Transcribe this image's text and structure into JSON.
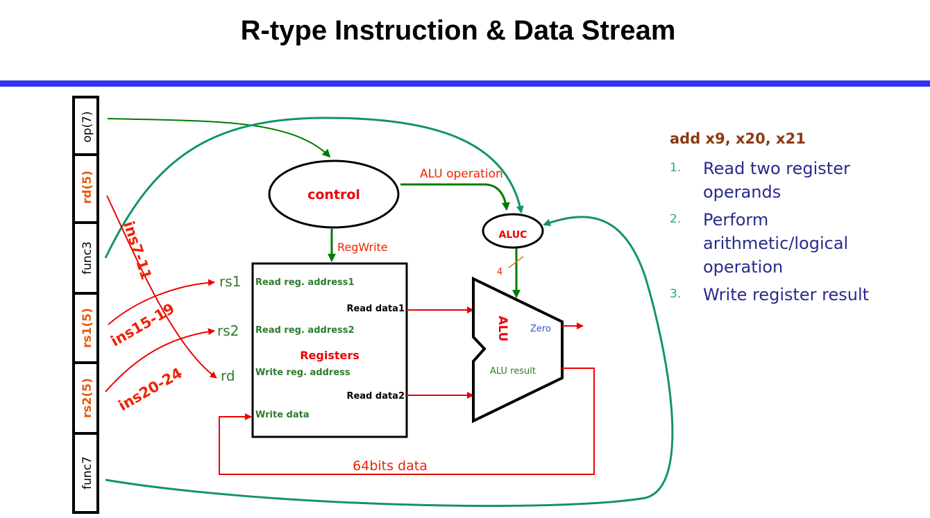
{
  "title": "R-type Instruction & Data Stream",
  "fields": [
    {
      "label": "op(7)",
      "color": "#000000"
    },
    {
      "label": "rd(5)",
      "color": "#e8590c"
    },
    {
      "label": "func3",
      "color": "#000000"
    },
    {
      "label": "rs1(5)",
      "color": "#e8590c"
    },
    {
      "label": "rs2(5)",
      "color": "#e8590c"
    },
    {
      "label": "func7",
      "color": "#000000"
    }
  ],
  "bit_ranges": {
    "rd": "ins7-11",
    "rs1": "ins15-19",
    "rs2": "ins20-24"
  },
  "register_inputs": {
    "rs1": "rs1",
    "rs2": "rs2",
    "rd": "rd"
  },
  "control": {
    "label": "control"
  },
  "signals": {
    "alu_operation": "ALU operation",
    "regwrite": "RegWrite",
    "aluc_width": "4"
  },
  "aluc": {
    "label": "ALUC"
  },
  "registers": {
    "title": "Registers",
    "read_addr1": "Read reg. address1",
    "read_addr2": "Read reg. address2",
    "write_addr": "Write reg. address",
    "write_data": "Write data",
    "read_data1": "Read data1",
    "read_data2": "Read data2"
  },
  "alu": {
    "label": "ALU",
    "zero": "Zero",
    "result": "ALU result"
  },
  "bus_label": "64bits data",
  "side": {
    "instruction": "add  x9, x20, x21",
    "steps": [
      {
        "num": "1.",
        "text": "Read two register operands"
      },
      {
        "num": "2.",
        "text": "Perform arithmetic/logical operation"
      },
      {
        "num": "3.",
        "text": "Write register result"
      }
    ]
  },
  "colors": {
    "accent_rule": "#3333ee",
    "red": "#ee0000",
    "green": "#007a00",
    "teal": "#12936b",
    "field_orange": "#e8590c"
  }
}
